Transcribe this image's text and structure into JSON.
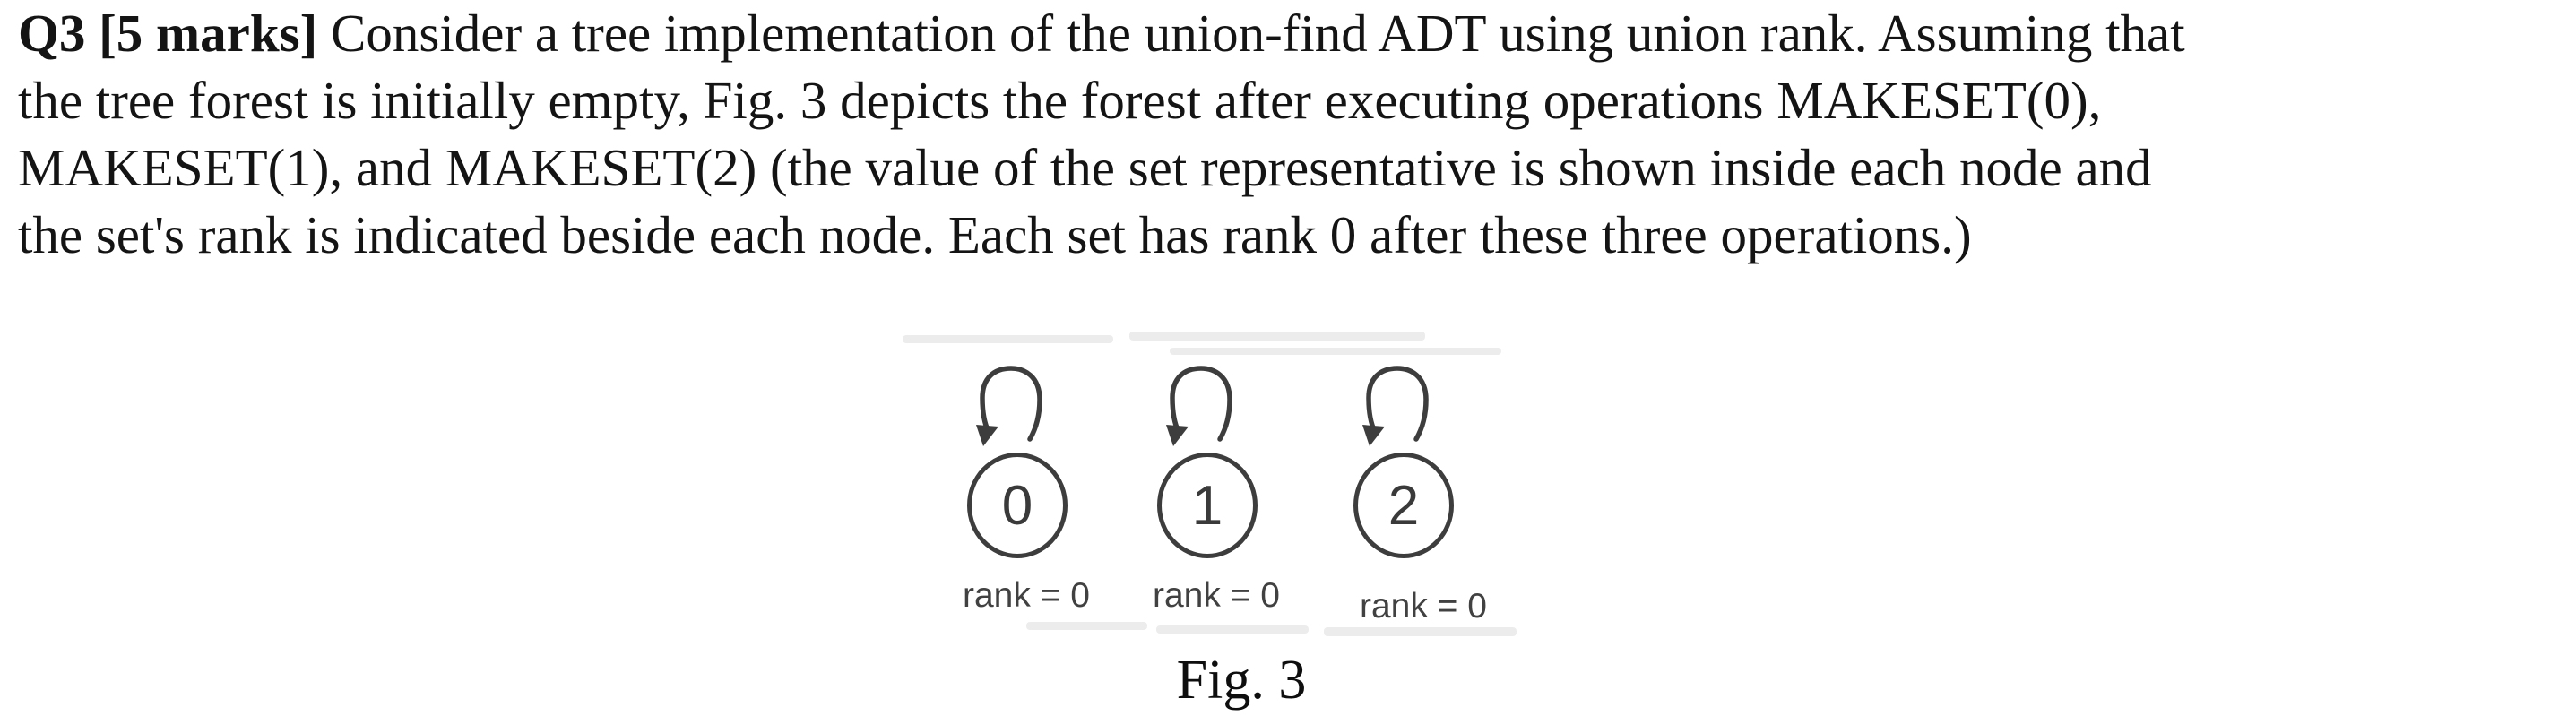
{
  "question": {
    "lead_bold": "Q3 [5 marks]",
    "line1_rest": "Consider a tree implementation of the union-find ADT using union rank. Assuming that",
    "line2": "the tree forest is initially empty, Fig. 3 depicts the forest after executing operations MAKESET(0),",
    "line3": "MAKESET(1), and MAKESET(2) (the value of the set representative is shown inside each node and",
    "line4": "the set's rank is indicated beside each node. Each set has rank 0 after these three operations.)"
  },
  "figure": {
    "nodes": [
      {
        "value": "0",
        "rank_label": "rank = 0"
      },
      {
        "value": "1",
        "rank_label": "rank = 0"
      },
      {
        "value": "2",
        "rank_label": "rank = 0"
      }
    ],
    "caption": "Fig. 3"
  },
  "colors": {
    "background": "#ffffff",
    "text_ink": "#141414",
    "figure_stroke": "#3d3d3d",
    "figure_text": "#414141",
    "scan_artifact": "#e7e7e7"
  }
}
